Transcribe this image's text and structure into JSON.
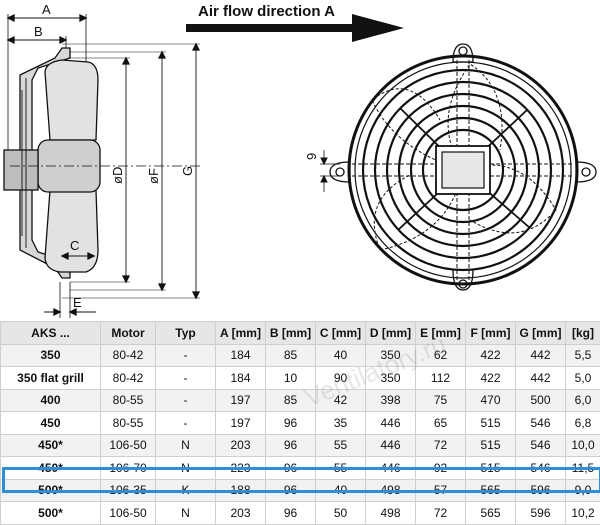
{
  "drawing": {
    "flow_label": "Air flow direction A",
    "dims": {
      "a": "A",
      "b": "B",
      "c": "C",
      "d": "øD",
      "e": "E",
      "f": "øF",
      "g": "G",
      "hole": "9"
    }
  },
  "table": {
    "headers": [
      "AKS ...",
      "Motor",
      "Typ",
      "A [mm]",
      "B [mm]",
      "C [mm]",
      "D [mm]",
      "E [mm]",
      "F [mm]",
      "G [mm]",
      "[kg]"
    ],
    "rows": [
      [
        "350",
        "80-42",
        "-",
        "184",
        "85",
        "40",
        "350",
        "62",
        "422",
        "442",
        "5,5"
      ],
      [
        "350 flat grill",
        "80-42",
        "-",
        "184",
        "10",
        "90",
        "350",
        "112",
        "422",
        "442",
        "5,0"
      ],
      [
        "400",
        "80-55",
        "-",
        "197",
        "85",
        "42",
        "398",
        "75",
        "470",
        "500",
        "6,0"
      ],
      [
        "450",
        "80-55",
        "-",
        "197",
        "96",
        "35",
        "446",
        "65",
        "515",
        "546",
        "6,8"
      ],
      [
        "450*",
        "106-50",
        "N",
        "203",
        "96",
        "55",
        "446",
        "72",
        "515",
        "546",
        "10,0"
      ],
      [
        "450*",
        "106-70",
        "N",
        "223",
        "96",
        "55",
        "446",
        "92",
        "515",
        "546",
        "11,5"
      ],
      [
        "500*",
        "106-35",
        "K",
        "188",
        "96",
        "40",
        "498",
        "57",
        "565",
        "596",
        "9,0"
      ],
      [
        "500*",
        "106-50",
        "N",
        "203",
        "96",
        "50",
        "498",
        "72",
        "565",
        "596",
        "10,2"
      ]
    ]
  },
  "watermark": "Ventilatory.ru"
}
